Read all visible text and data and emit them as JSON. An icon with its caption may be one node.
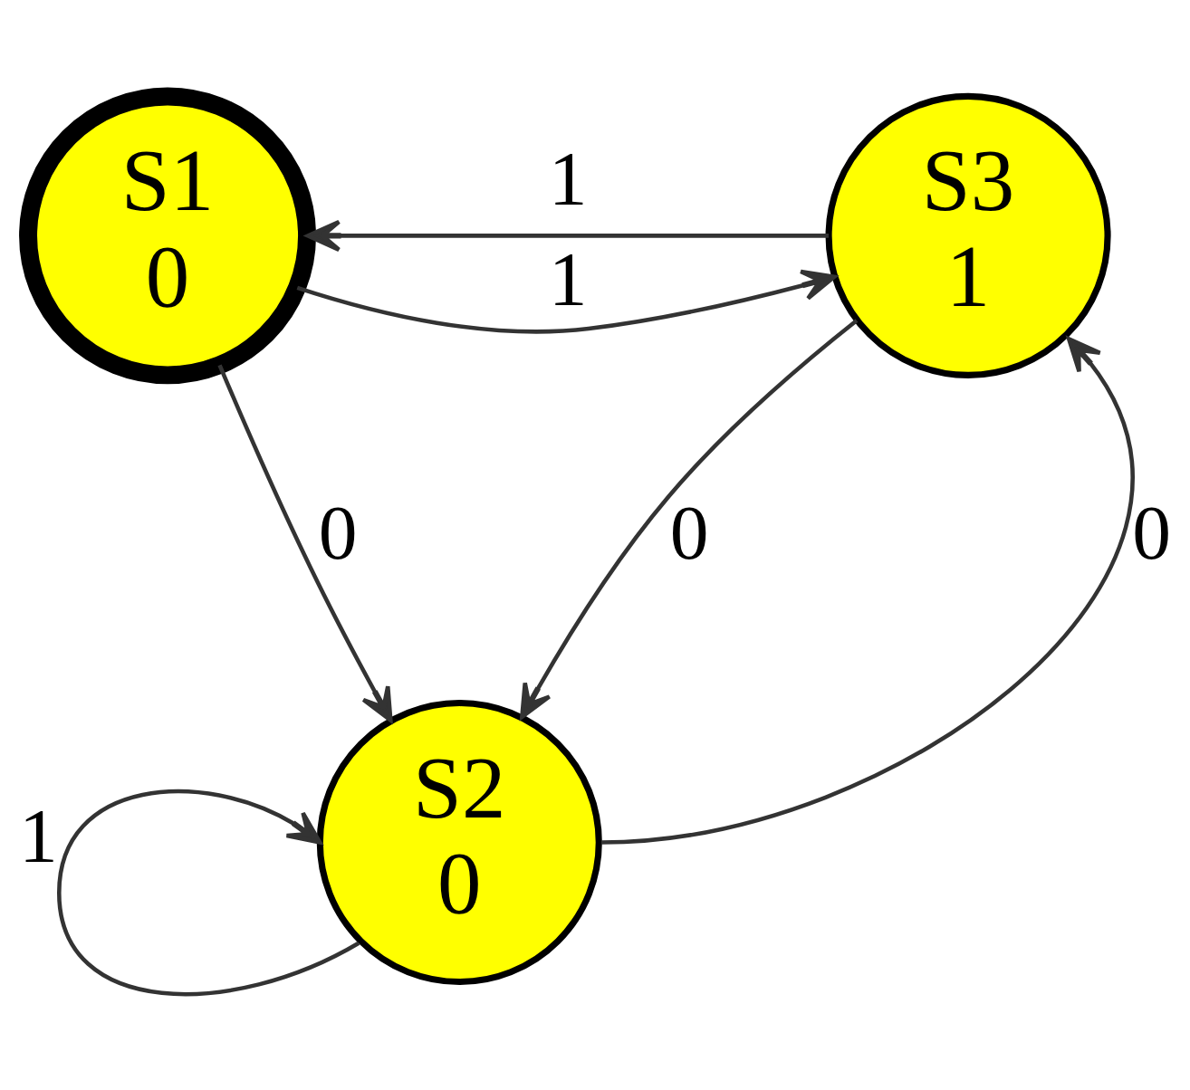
{
  "diagram": {
    "nodes": [
      {
        "text": [
          "S1",
          "0"
        ]
      },
      {
        "text": [
          "S3",
          "1"
        ]
      },
      {
        "text": [
          "S2",
          "0"
        ]
      }
    ],
    "edges": [
      {
        "from": 1,
        "to": 0,
        "arrow": "to",
        "label": "1"
      },
      {
        "from": 0,
        "to": 1,
        "arrow": "to",
        "label": "1"
      },
      {
        "from": 0,
        "to": 2,
        "arrow": "to",
        "label": "0"
      },
      {
        "from": 1,
        "to": 2,
        "arrow": "to",
        "label": "0"
      },
      {
        "from": 2,
        "to": 1,
        "arrow": "to",
        "label": "0"
      },
      {
        "from": 2,
        "to": 2,
        "arrow": "to",
        "label": "1"
      }
    ]
  }
}
